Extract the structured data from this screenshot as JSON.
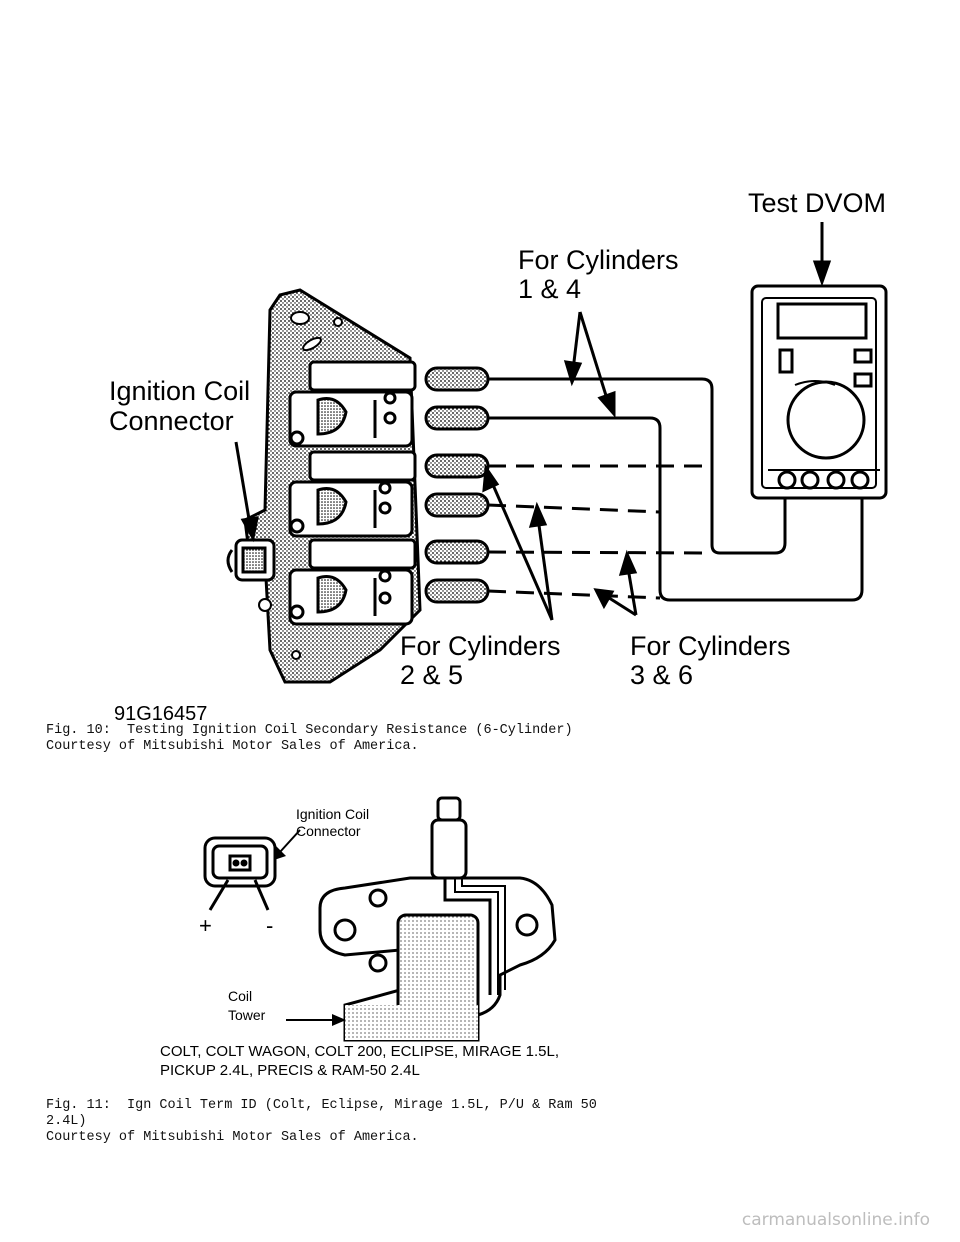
{
  "figure10": {
    "labels": {
      "test_dvom": "Test DVOM",
      "cyl_14_line1": "For Cylinders",
      "cyl_14_line2": "1 & 4",
      "ign_conn_line1": "Ignition Coil",
      "ign_conn_line2": "Connector",
      "cyl_25_line1": "For Cylinders",
      "cyl_25_line2": "2 & 5",
      "cyl_36_line1": "For Cylinders",
      "cyl_36_line2": "3 & 6",
      "figure_code": "91G16457"
    },
    "caption_line1": "Fig. 10:  Testing Ignition Coil Secondary Resistance (6-Cylinder)",
    "caption_line2": "Courtesy of Mitsubishi Motor Sales of America."
  },
  "figure11": {
    "labels": {
      "ign_conn_line1": "Ignition Coil",
      "ign_conn_line2": "Connector",
      "plus": "+",
      "minus": "-",
      "coil_line1": "Coil",
      "coil_line2": "Tower",
      "models_line1": "COLT, COLT WAGON, COLT 200, ECLIPSE, MIRAGE 1.5L,",
      "models_line2": "PICKUP 2.4L, PRECIS & RAM-50 2.4L"
    },
    "caption_line1": "Fig. 11:  Ign Coil Term ID (Colt, Eclipse, Mirage 1.5L, P/U & Ram 50",
    "caption_line2": "2.4L)",
    "caption_line3": "Courtesy of Mitsubishi Motor Sales of America."
  },
  "watermark": "carmanualsonline.info"
}
